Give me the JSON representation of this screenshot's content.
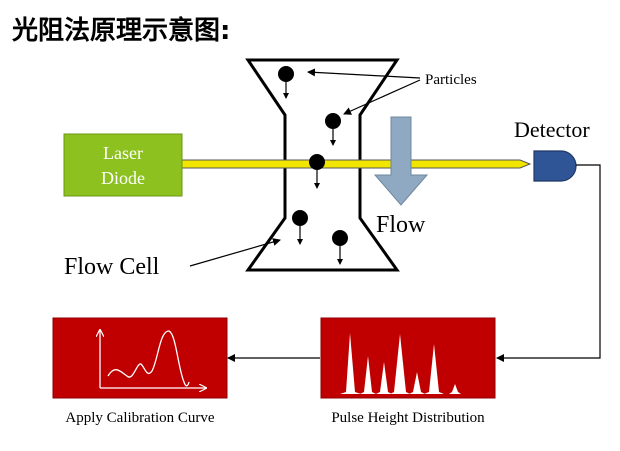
{
  "title": "光阻法原理示意图:",
  "labels": {
    "particles": "Particles",
    "detector": "Detector",
    "laser_line1": "Laser",
    "laser_line2": "Diode",
    "flow": "Flow",
    "flow_cell": "Flow Cell",
    "calibration": "Apply Calibration Curve",
    "pulse": "Pulse Height Distribution"
  },
  "colors": {
    "laser_box": "#8cc11f",
    "beam": "#f2e600",
    "detector": "#2f5597",
    "flow_arrow": "#8ea9c1",
    "panel": "#c00000"
  }
}
